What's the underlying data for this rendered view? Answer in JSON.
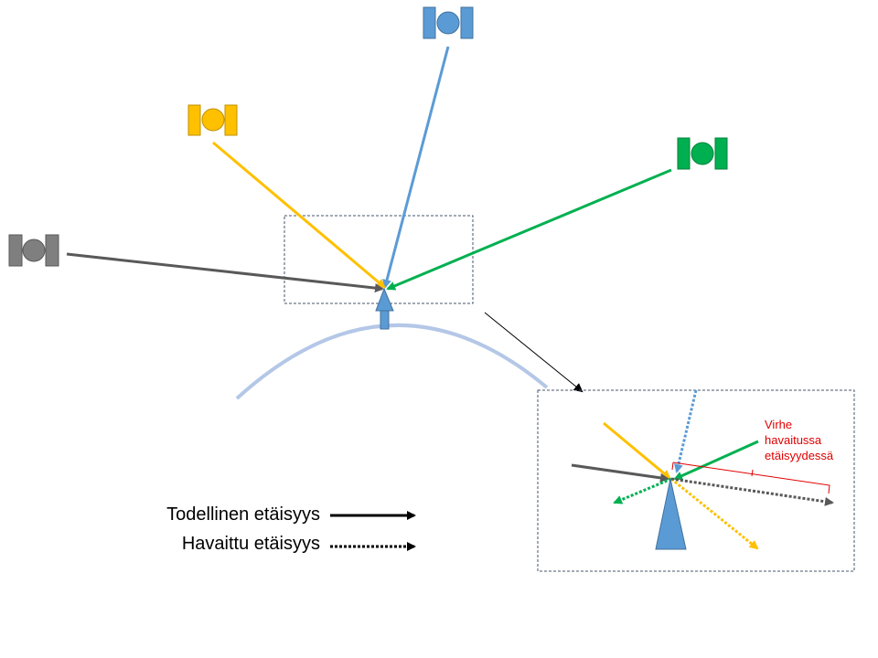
{
  "legend": {
    "true_distance": "Todellinen etäisyys",
    "observed_distance": "Havaittu etäisyys"
  },
  "inset": {
    "error_label_lines": [
      "Virhe",
      "havaitussa",
      "etäisyydessä"
    ]
  },
  "colors": {
    "blue_satellite": "#5B9BD5",
    "yellow_satellite": "#FFC000",
    "green_satellite": "#00B050",
    "gray_satellite": "#595959",
    "gray_satellite_fill": "#7F7F7F",
    "receiver": "#5B9BD5",
    "earth_arc": "#B4C7E7",
    "error": "#E00000",
    "frame": "#44546A"
  },
  "icons": [
    "satellite-icon",
    "receiver-icon"
  ]
}
